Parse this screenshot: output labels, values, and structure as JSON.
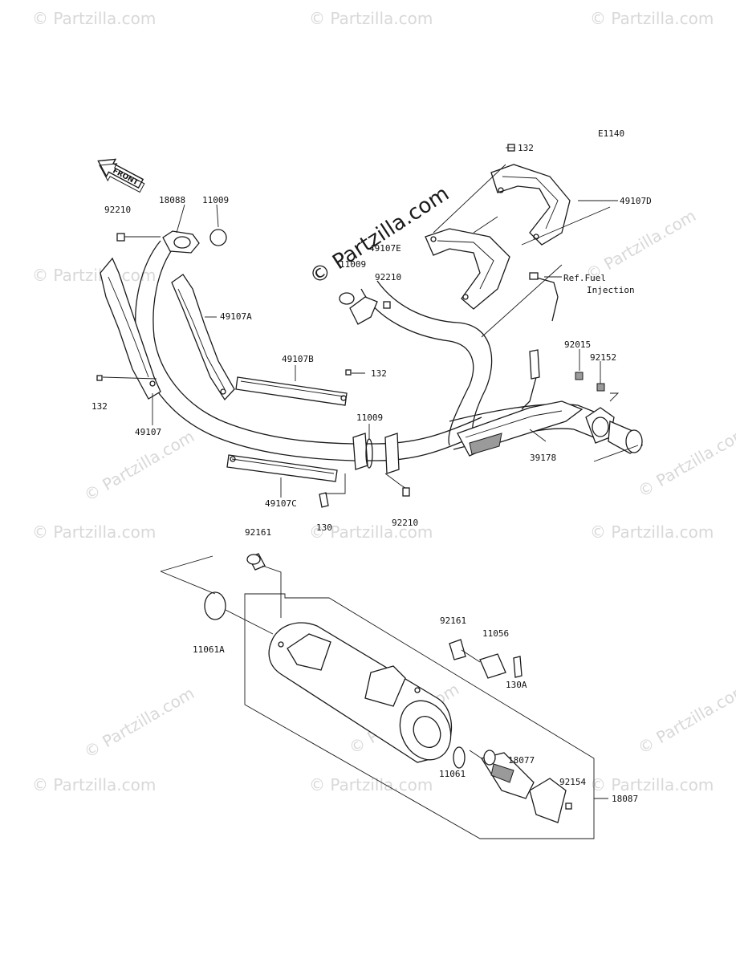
{
  "diagram_code": "E1140",
  "front_label": "FRONT",
  "watermark_text": "© Partzilla.com",
  "center_watermark": "© Partzilla.com",
  "ref_note": {
    "line1": "Ref.Fuel",
    "line2": "Injection"
  },
  "labels": {
    "p132_top": "132",
    "p49107D": "49107D",
    "p49107E": "49107E",
    "p18088": "18088",
    "p11009_a": "11009",
    "p92210_a": "92210",
    "p11009_b": "11009",
    "p92210_b": "92210",
    "p49107A": "49107A",
    "p92015": "92015",
    "p92152": "92152",
    "p49107B": "49107B",
    "p132_mid": "132",
    "p132_left": "132",
    "p49107": "49107",
    "p11009_c": "11009",
    "p39178": "39178",
    "p49107C": "49107C",
    "p130": "130",
    "p92210_c": "92210",
    "p92161_top": "92161",
    "p11061A": "11061A",
    "p92161_b": "92161",
    "p11056": "11056",
    "p130A": "130A",
    "p18077": "18077",
    "p92154": "92154",
    "p11061": "11061",
    "p18087": "18087"
  },
  "colors": {
    "line": "#1a1a1a",
    "watermark": "#d8d8d8",
    "background": "#ffffff"
  }
}
